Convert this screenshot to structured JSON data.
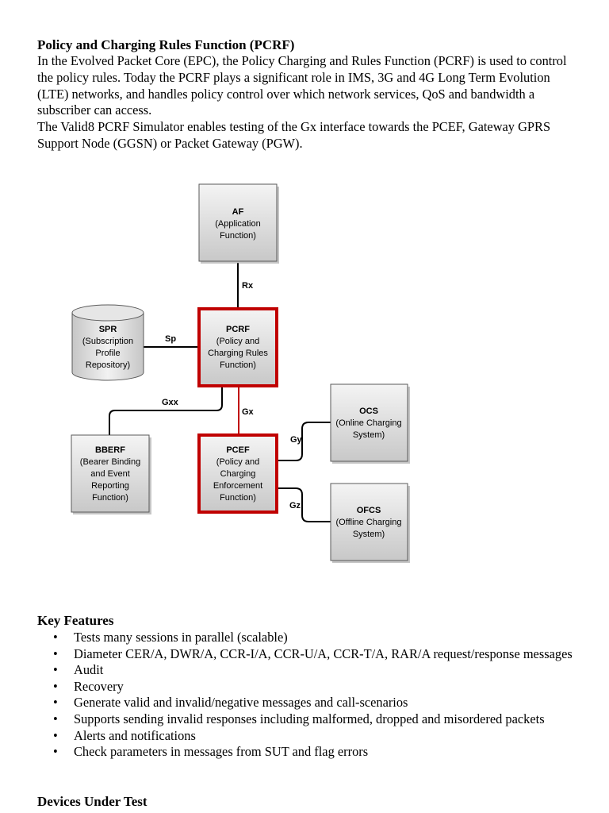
{
  "pcrf_section": {
    "title": "Policy and Charging Rules Function (PCRF)",
    "paragraph_1": "In the Evolved Packet Core (EPC), the Policy Charging and Rules Function (PCRF) is used to control the policy rules. Today the PCRF plays a significant role in IMS, 3G and 4G Long Term Evolution (LTE) networks, and handles policy control over which network services, QoS and bandwidth a subscriber can access.",
    "paragraph_2": "The Valid8 PCRF Simulator enables testing of the Gx interface towards the PCEF, Gateway GPRS Support Node (GGSN) or Packet Gateway (PGW)."
  },
  "diagram": {
    "colors": {
      "box_fill_top": "#f4f4f4",
      "box_fill_bottom": "#c8c8c8",
      "box_border": "#5a5a5a",
      "highlight_border": "#c00000",
      "connector": "#000000",
      "gx_connector": "#c00000"
    },
    "nodes": {
      "af": {
        "title": "AF",
        "line_1": "(Application",
        "line_2": "Function)"
      },
      "pcrf": {
        "title": "PCRF",
        "line_1": "(Policy and",
        "line_2": "Charging Rules",
        "line_3": "Function)"
      },
      "spr": {
        "title": "SPR",
        "line_1": "(Subscription",
        "line_2": "Profile",
        "line_3": "Repository)"
      },
      "bberf": {
        "title": "BBERF",
        "line_1": "(Bearer Binding",
        "line_2": "and Event",
        "line_3": "Reporting",
        "line_4": "Function)"
      },
      "pcef": {
        "title": "PCEF",
        "line_1": "(Policy and",
        "line_2": "Charging",
        "line_3": "Enforcement",
        "line_4": "Function)"
      },
      "ocs": {
        "title": "OCS",
        "line_1": "(Online Charging",
        "line_2": "System)"
      },
      "ofcs": {
        "title": "OFCS",
        "line_1": "(Offline Charging",
        "line_2": "System)"
      }
    },
    "interfaces": {
      "rx": "Rx",
      "sp": "Sp",
      "gxx": "Gxx",
      "gx": "Gx",
      "gy": "Gy",
      "gz": "Gz"
    }
  },
  "key_features": {
    "title": "Key Features",
    "items": [
      "Tests many sessions in parallel (scalable)",
      "Diameter CER/A, DWR/A, CCR-I/A, CCR-U/A, CCR-T/A, RAR/A request/response messages",
      "Audit",
      "Recovery",
      "Generate valid and invalid/negative messages and call-scenarios",
      "Supports sending invalid responses including malformed, dropped and misordered packets",
      "Alerts and notifications",
      "Check parameters in messages from SUT and flag errors"
    ]
  },
  "devices_under_test": {
    "title": "Devices Under Test"
  }
}
